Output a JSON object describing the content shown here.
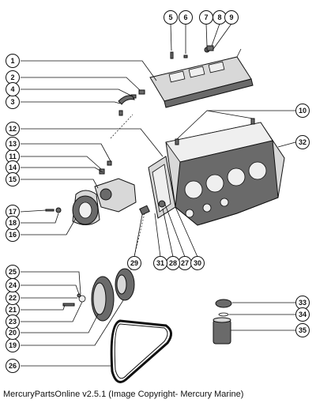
{
  "caption": "MercuryPartsOnline v2.5.1 (Image Copyright- Mercury Marine)",
  "callouts": [
    "1",
    "2",
    "3",
    "4",
    "5",
    "6",
    "7",
    "8",
    "9",
    "10",
    "11",
    "12",
    "13",
    "14",
    "15",
    "16",
    "17",
    "18",
    "19",
    "20",
    "21",
    "22",
    "23",
    "24",
    "25",
    "26",
    "27",
    "28",
    "29",
    "30",
    "31",
    "32",
    "33",
    "34",
    "35"
  ]
}
